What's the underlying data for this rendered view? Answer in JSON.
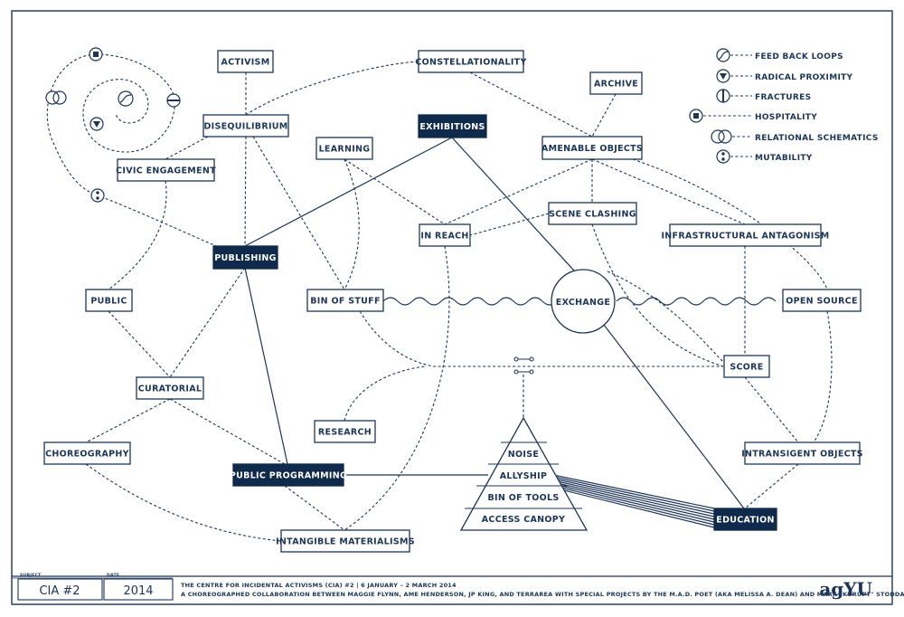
{
  "nodes": {
    "activism": "ACTIVISM",
    "constellationality": "CONSTELLATIONALITY",
    "archive": "ARCHIVE",
    "disequilibrium": "DISEQUILIBRIUM",
    "exhibitions": "EXHIBITIONS",
    "learning": "LEARNING",
    "amenable_objects": "AMENABLE OBJECTS",
    "civic_engagement": "CIVIC ENGAGEMENT",
    "scene_clashing": "SCENE CLASHING",
    "in_reach": "IN REACH",
    "infrastructural_antagonism": "INFRASTRUCTURAL ANTAGONISM",
    "publishing": "PUBLISHING",
    "public": "PUBLIC",
    "bin_of_stuff": "BIN OF STUFF",
    "exchange": "EXCHANGE",
    "open_source": "OPEN SOURCE",
    "score": "SCORE",
    "curatorial": "CURATORIAL",
    "research": "RESEARCH",
    "choreography": "CHOREOGRAPHY",
    "intransigent_objects": "INTRANSIGENT OBJECTS",
    "public_programming": "PUBLIC PROGRAMMING",
    "education": "EDUCATION",
    "intangible_materialisms": "INTANGIBLE MATERIALISMS"
  },
  "pyramid": [
    "NOISE",
    "ALLYSHIP",
    "BIN OF TOOLS",
    "ACCESS CANOPY"
  ],
  "legend": [
    {
      "icon": "feedback-loops-icon",
      "label": "FEED BACK LOOPS"
    },
    {
      "icon": "radical-proximity-icon",
      "label": "RADICAL PROXIMITY"
    },
    {
      "icon": "fractures-icon",
      "label": "FRACTURES"
    },
    {
      "icon": "hospitality-icon",
      "label": "HOSPITALITY"
    },
    {
      "icon": "relational-schematics-icon",
      "label": "RELATIONAL SCHEMATICS"
    },
    {
      "icon": "mutability-icon",
      "label": "MUTABILITY"
    }
  ],
  "footer": {
    "subject_label": "SUBJECT",
    "subject_value": "CIA #2",
    "date_label": "DATE",
    "date_value": "2014",
    "credit_line1": "THE CENTRE FOR INCIDENTAL ACTIVISMS (CIA) #2 | 6 JANUARY – 2 MARCH 2014",
    "credit_line2": "A CHOREOGRAPHED COLLABORATION BETWEEN MAGGIE FLYNN, AME HENDERSON, JP KING, AND TERRAREA WITH SPECIAL PROJECTS BY THE M.A.D. POET (AKA MELISSA A. DEAN) AND MARK \"KURUPT\" STODDART",
    "logo": "agYU"
  },
  "colors": {
    "ink": "#1d3557",
    "background": "#ffffff"
  }
}
